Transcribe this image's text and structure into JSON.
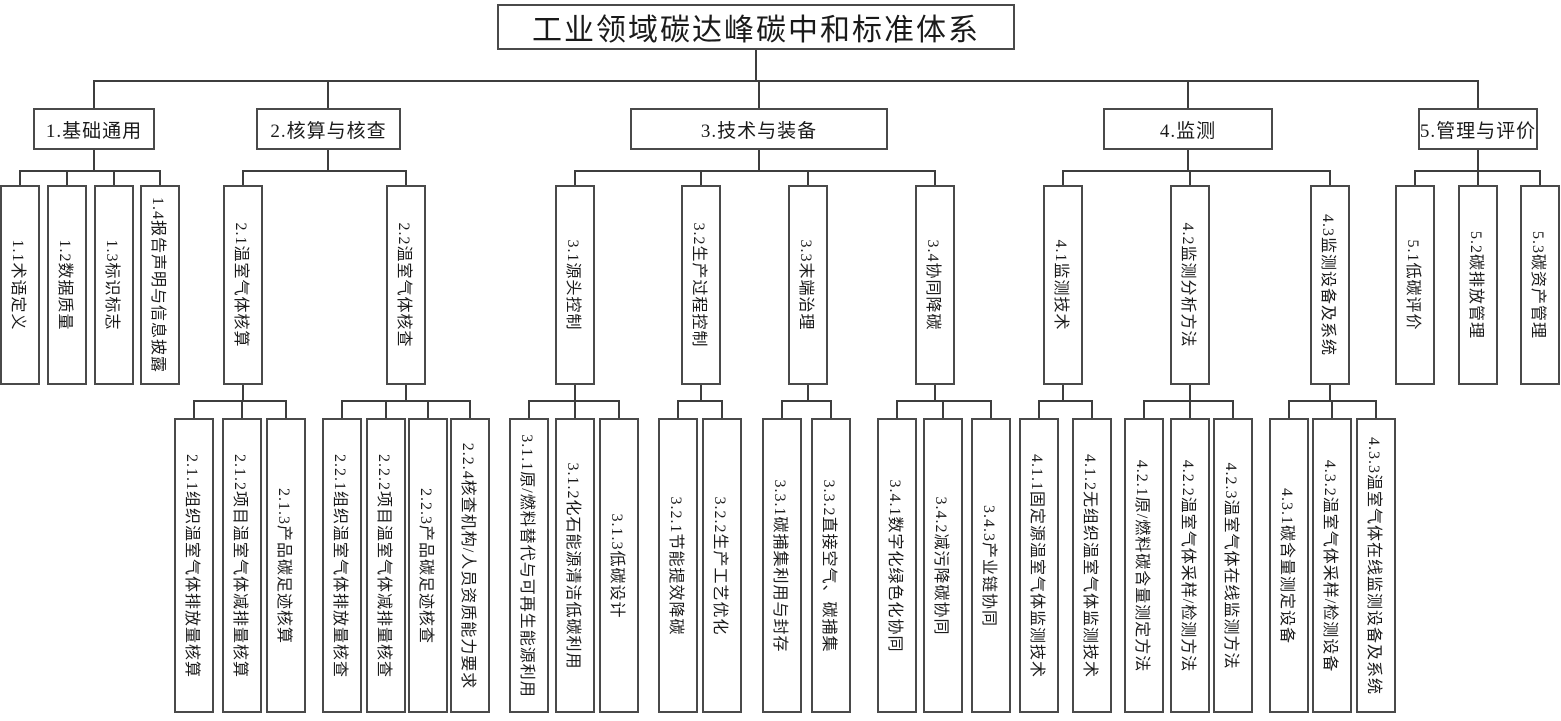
{
  "diagram": {
    "root": "工业领域碳达峰碳中和标准体系",
    "branches": [
      {
        "label": "1.基础通用",
        "children": [
          {
            "label": "1.1术语定义"
          },
          {
            "label": "1.2数据质量"
          },
          {
            "label": "1.3标识标志"
          },
          {
            "label": "1.4报告声明与信息披露"
          }
        ]
      },
      {
        "label": "2.核算与核查",
        "children": [
          {
            "label": "2.1温室气体核算",
            "children": [
              {
                "label": "2.1.1组织温室气体排放量核算"
              },
              {
                "label": "2.1.2项目温室气体减排量核算"
              },
              {
                "label": "2.1.3产品碳足迹核算"
              }
            ]
          },
          {
            "label": "2.2温室气体核查",
            "children": [
              {
                "label": "2.2.1组织温室气体排放量核查"
              },
              {
                "label": "2.2.2项目温室气体减排量核查"
              },
              {
                "label": "2.2.3产品碳足迹核查"
              },
              {
                "label": "2.2.4核查机构/人员资质能力要求"
              }
            ]
          }
        ]
      },
      {
        "label": "3.技术与装备",
        "children": [
          {
            "label": "3.1源头控制",
            "children": [
              {
                "label": "3.1.1原/燃料替代与可再生能源利用"
              },
              {
                "label": "3.1.2化石能源清洁低碳利用"
              },
              {
                "label": "3.1.3低碳设计"
              }
            ]
          },
          {
            "label": "3.2生产过程控制",
            "children": [
              {
                "label": "3.2.1节能提效降碳"
              },
              {
                "label": "3.2.2生产工艺优化"
              }
            ]
          },
          {
            "label": "3.3末端治理",
            "children": [
              {
                "label": "3.3.1碳捕集利用与封存"
              },
              {
                "label": "3.3.2直接空气、碳捕集"
              }
            ]
          },
          {
            "label": "3.4协同降碳",
            "children": [
              {
                "label": "3.4.1数字化绿色化协同"
              },
              {
                "label": "3.4.2减污降碳协同"
              },
              {
                "label": "3.4.3产业链协同"
              }
            ]
          }
        ]
      },
      {
        "label": "4.监测",
        "children": [
          {
            "label": "4.1监测技术",
            "children": [
              {
                "label": "4.1.1固定源温室气体监测技术"
              },
              {
                "label": "4.1.2无组织温室气体监测技术"
              }
            ]
          },
          {
            "label": "4.2监测分析方法",
            "children": [
              {
                "label": "4.2.1原/燃料碳含量测定方法"
              },
              {
                "label": "4.2.2温室气体采样/检测方法"
              },
              {
                "label": "4.2.3温室气体在线监测方法"
              }
            ]
          },
          {
            "label": "4.3监测设备及系统",
            "children": [
              {
                "label": "4.3.1碳含量测定设备"
              },
              {
                "label": "4.3.2温室气体采样/检测设备"
              },
              {
                "label": "4.3.3温室气体在线监测设备及系统"
              }
            ]
          }
        ]
      },
      {
        "label": "5.管理与评价",
        "children": [
          {
            "label": "5.1低碳评价"
          },
          {
            "label": "5.2碳排放管理"
          },
          {
            "label": "5.3碳资产管理"
          }
        ]
      }
    ]
  }
}
